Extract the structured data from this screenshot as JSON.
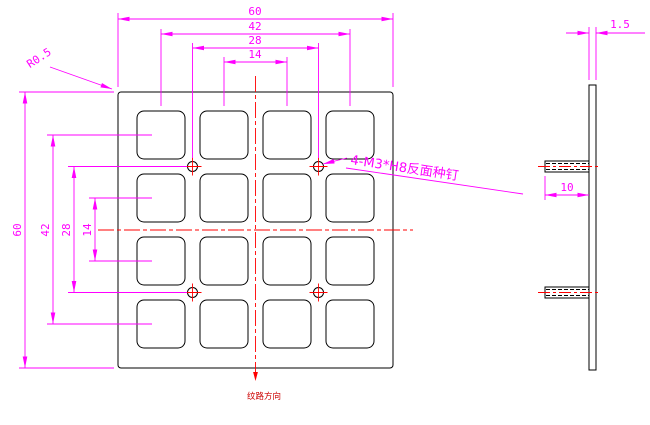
{
  "drawing": {
    "colors": {
      "outline": "#000000",
      "dimension": "#ff00ff",
      "centerline": "#ff0000",
      "grain_text": "#cc0000",
      "background": "#ffffff"
    },
    "front_view": {
      "grid": {
        "rows": 4,
        "cols": 4
      },
      "dims_top": [
        "60",
        "42",
        "28",
        "14"
      ],
      "dims_left": [
        "60",
        "42",
        "28",
        "14"
      ],
      "corner_radius_label": "R0.5",
      "hole_note": "4-M3*H8反面种钉",
      "hole_count": 4
    },
    "side_view": {
      "thickness_dim": "1.5",
      "stud_length_dim": "10",
      "stud_count": 2
    },
    "grain_label": "纹路方向"
  }
}
